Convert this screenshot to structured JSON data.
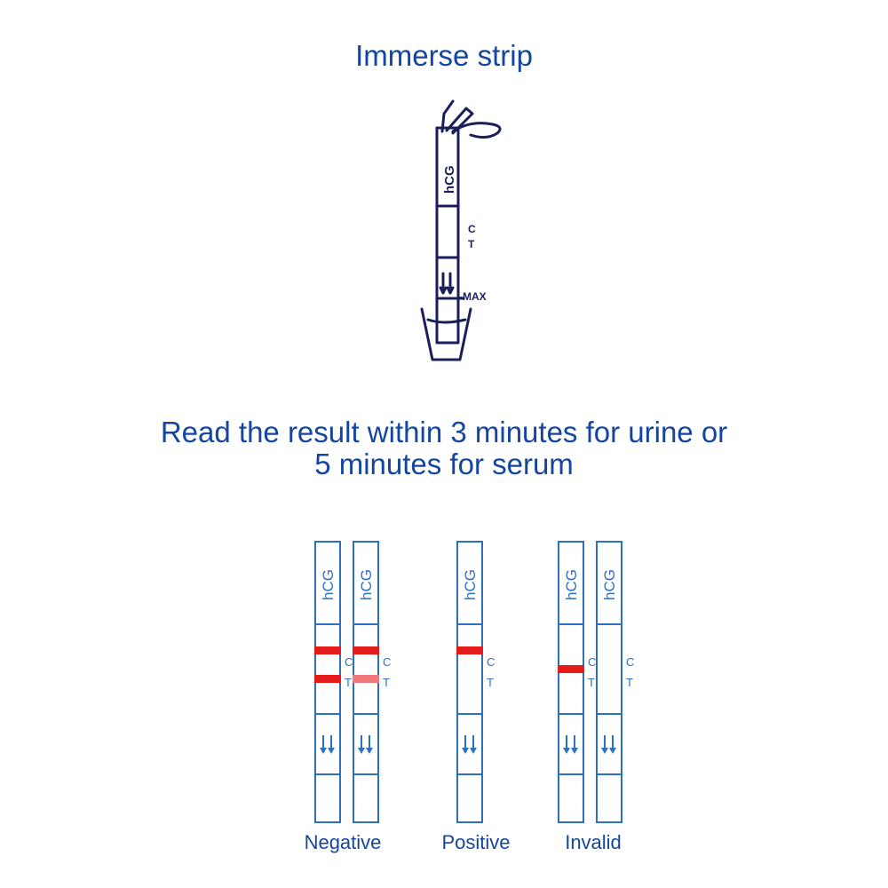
{
  "instructions": {
    "step1_title": "Immerse strip",
    "step2_line1": "Read the result within 3 minutes for urine or",
    "step2_line2": "5 minutes for serum"
  },
  "immerse_diagram": {
    "strip_label": "hCG",
    "c_label": "C",
    "t_label": "T",
    "max_label": "-MAX",
    "ink_color": "#1a1f5c"
  },
  "result_strips": {
    "strip_label": "hCG",
    "c_label": "C",
    "t_label": "T",
    "strip_color": "#2d6fc0",
    "line_color": "#e31b1b",
    "faint_line_color": "#f07878",
    "groups": [
      {
        "caption": "Negative",
        "strips": [
          {
            "control_line": "strong",
            "test_line": "strong"
          },
          {
            "control_line": "strong",
            "test_line": "faint"
          }
        ]
      },
      {
        "caption": "Positive",
        "strips": [
          {
            "control_line": "strong",
            "test_line": "none"
          }
        ]
      },
      {
        "caption": "Invalid",
        "strips": [
          {
            "control_line": "none",
            "test_line": "strong"
          },
          {
            "control_line": "none",
            "test_line": "none"
          }
        ]
      }
    ]
  }
}
